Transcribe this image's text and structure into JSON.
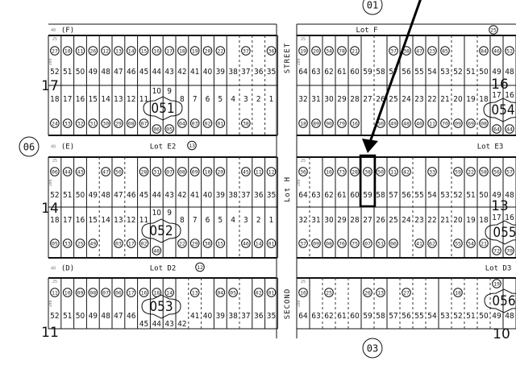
{
  "map": {
    "page_refs": [
      "01",
      "06",
      "03"
    ],
    "streets": [
      "STREET",
      "Lot H",
      "SECOND"
    ],
    "strips": [
      {
        "left": "(F)",
        "right": "Lot F",
        "right_circle": "25"
      },
      {
        "left": "(E)",
        "center": "Lot E2",
        "center_circle": "13",
        "right": "Lot E3"
      },
      {
        "left": "(D)",
        "center": "Lot D2",
        "center_circle": "12",
        "right": "Lot D3"
      }
    ],
    "dimensions": {
      "lot_width": "25",
      "lot_depth": "100",
      "alley": "40"
    },
    "blocks": [
      {
        "id": "051",
        "block_no": "17",
        "top_lots": [
          "52",
          "51",
          "50",
          "49",
          "48",
          "47",
          "46",
          "45",
          "44",
          "43",
          "42",
          "41",
          "40",
          "39",
          "38",
          "37",
          "36",
          "35"
        ],
        "top_parcels": [
          "27",
          "10",
          "11",
          "26",
          "12",
          "13",
          "14",
          "15",
          "16",
          "17",
          "18",
          "19",
          "20",
          "22",
          null,
          "37",
          null,
          "36"
        ],
        "bottom_lots": [
          "18",
          "17",
          "16",
          "15",
          "14",
          "13",
          "12",
          "11",
          "10",
          "9",
          "8",
          "7",
          "6",
          "5",
          "4",
          "3",
          "2",
          "1"
        ],
        "bottom_parcels": [
          "24",
          "33",
          "32",
          "31",
          "30",
          "29",
          "08",
          "07",
          "06",
          "05",
          "04",
          "03",
          "02",
          "01",
          null,
          "38",
          null,
          null
        ]
      },
      {
        "id": "054",
        "block_no": "16",
        "top_lots": [
          "64",
          "63",
          "62",
          "61",
          "60",
          "59",
          "58",
          "57",
          "56",
          "55",
          "54",
          "53",
          "52",
          "51",
          "50",
          "49",
          "48"
        ],
        "top_parcels": [
          "19",
          "20",
          "34",
          "78",
          "21",
          null,
          null,
          "37",
          "38",
          "47",
          "23",
          "85",
          null,
          null,
          "84",
          "46",
          "52"
        ],
        "bottom_lots": [
          "32",
          "31",
          "30",
          "29",
          "28",
          "27",
          "26",
          "25",
          "24",
          "23",
          "22",
          "21",
          "20",
          "19",
          "18",
          "17",
          "16"
        ],
        "bottom_parcels": [
          "18",
          "89",
          "90",
          "79",
          "16",
          null,
          "50",
          "49",
          "48",
          "40",
          "11",
          "70",
          "09",
          "69",
          "08",
          "64",
          "44"
        ]
      },
      {
        "id": "052",
        "block_no": "14",
        "top_lots": [
          "52",
          "51",
          "50",
          "49",
          "48",
          "47",
          "46",
          "45",
          "44",
          "43",
          "42",
          "41",
          "40",
          "39",
          "38",
          "37",
          "36",
          "35"
        ],
        "top_parcels": [
          "06",
          "44",
          "43",
          null,
          "47",
          "50",
          null,
          "28",
          "31",
          "07",
          "08",
          "09",
          "10",
          "20",
          null,
          "45",
          "11",
          "12"
        ],
        "bottom_lots": [
          "18",
          "17",
          "16",
          "15",
          "14",
          "13",
          "12",
          "11",
          "10",
          "9",
          "8",
          "7",
          "6",
          "5",
          "4",
          "3",
          "2",
          "1"
        ],
        "bottom_parcels": [
          "05",
          "33",
          "25",
          "49",
          null,
          "03",
          "17",
          "02",
          "48",
          null,
          "22",
          "29",
          "30",
          "15",
          null,
          "46",
          "14",
          "01"
        ]
      },
      {
        "id": "055",
        "block_no": "13",
        "top_lots": [
          "64",
          "63",
          "62",
          "61",
          "60",
          "59",
          "58",
          "57",
          "56",
          "55",
          "54",
          "53",
          "52",
          "51",
          "50",
          "49",
          "48"
        ],
        "top_parcels": [
          "36",
          null,
          "16",
          "73",
          "28",
          "38",
          "50",
          "11",
          "42",
          null,
          "33",
          null,
          "59",
          "22",
          "58",
          "56",
          "57"
        ],
        "bottom_lots": [
          "32",
          "31",
          "30",
          "29",
          "28",
          "27",
          "26",
          "25",
          "24",
          "23",
          "22",
          "21",
          "20",
          "19",
          "18",
          "17",
          "16"
        ],
        "bottom_parcels": [
          "37",
          "09",
          "08",
          "76",
          "75",
          "07",
          "51",
          "06",
          null,
          "41",
          "62",
          null,
          "55",
          "54",
          "21",
          "72",
          "70"
        ],
        "highlighted_lot": "59"
      },
      {
        "id": "053",
        "block_no": "11",
        "top_lots": [
          "52",
          "51",
          "50",
          "49",
          "48",
          "47",
          "46",
          "45",
          "44",
          "43",
          "42",
          "41",
          "40",
          "39",
          "38",
          "37",
          "36",
          "35"
        ],
        "top_parcels": [
          "11",
          "10",
          "09",
          "08",
          "07",
          "06",
          "17",
          "16",
          "18",
          "14",
          null,
          "13",
          null,
          "04",
          "05",
          null,
          "02",
          "01"
        ]
      },
      {
        "id": "056",
        "block_no": "10",
        "top_lots": [
          "64",
          "63",
          "62",
          "61",
          "60",
          "59",
          "58",
          "57",
          "56",
          "55",
          "54",
          "53",
          "52",
          "51",
          "50",
          "49",
          "48"
        ],
        "top_parcels": [
          "16",
          null,
          "25",
          null,
          null,
          "26",
          "13",
          null,
          "27",
          null,
          null,
          null,
          "18",
          null,
          null,
          "19"
        ]
      }
    ],
    "highlight_color": "#000000"
  }
}
